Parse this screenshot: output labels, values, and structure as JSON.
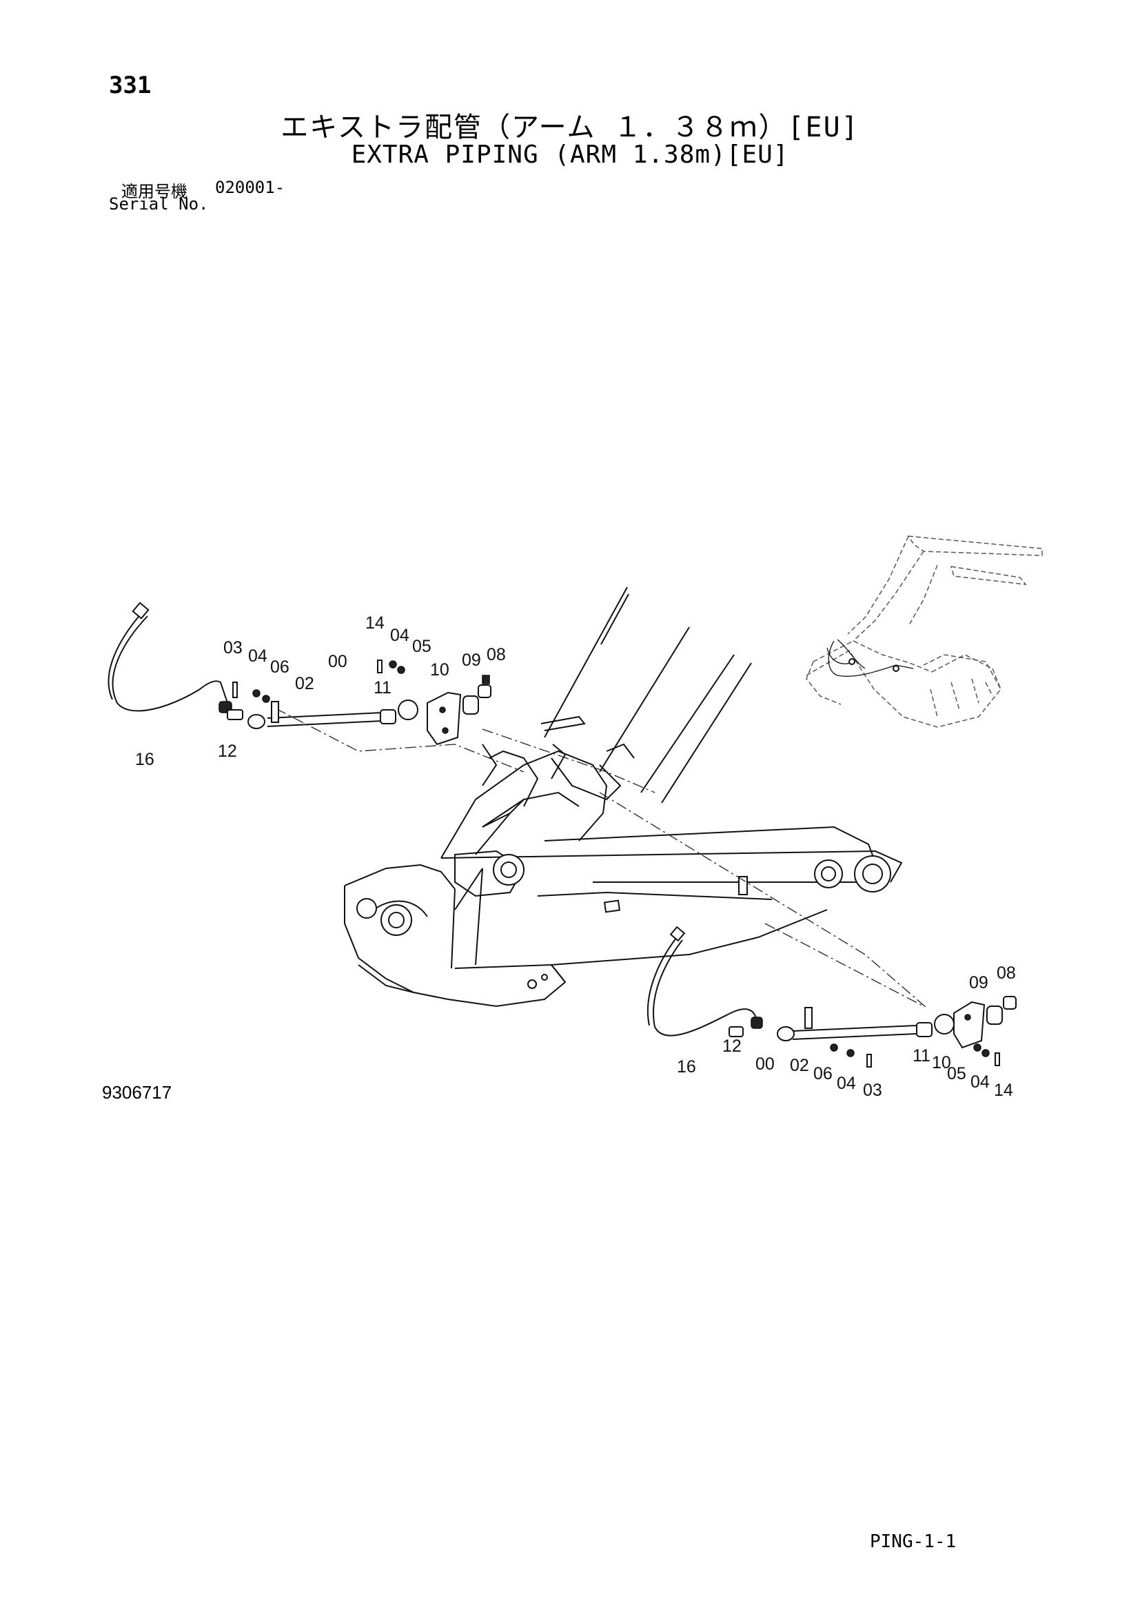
{
  "page_number": "331",
  "title_jp": "エキストラ配管（アーム １．３８ｍ）[EU]",
  "title_en": "EXTRA PIPING (ARM 1.38m)[EU]",
  "serial": {
    "label_jp": "適用号機",
    "value": "020001-",
    "label_en": "Serial No."
  },
  "figure_number": "9306717",
  "page_code": "PING-1-1",
  "callouts": {
    "upper": {
      "c16": "16",
      "c12": "12",
      "c03": "03",
      "c04a": "04",
      "c06": "06",
      "c02": "02",
      "c00": "00",
      "c14": "14",
      "c04b": "04",
      "c05": "05",
      "c11": "11",
      "c10": "10",
      "c09": "09",
      "c08": "08"
    },
    "lower": {
      "c16": "16",
      "c12": "12",
      "c00": "00",
      "c02": "02",
      "c06": "06",
      "c04a": "04",
      "c03": "03",
      "c09": "09",
      "c08": "08",
      "c11": "11",
      "c10": "10",
      "c05": "05",
      "c04b": "04",
      "c14": "14"
    }
  }
}
